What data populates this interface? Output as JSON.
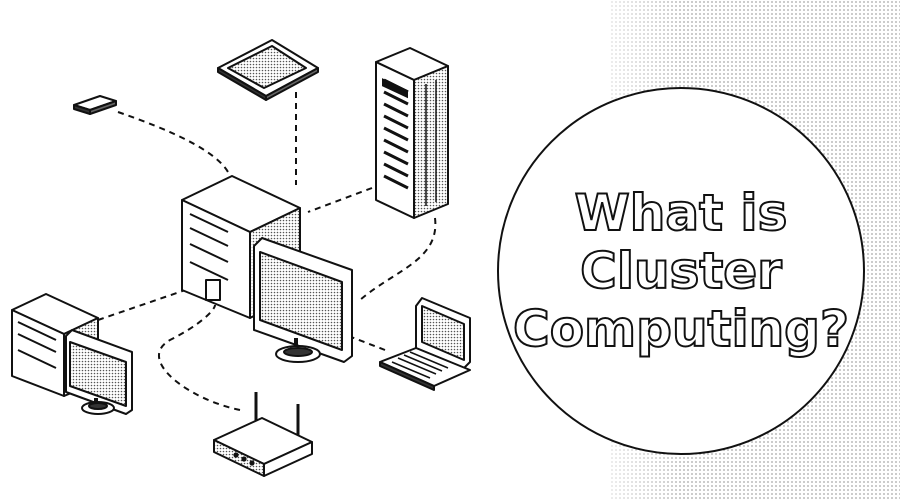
{
  "title": {
    "lines": [
      "What is",
      "Cluster",
      "Computing?"
    ]
  },
  "devices": {
    "top_device": "tablet-icon",
    "small_device": "smartphone-icon",
    "central_unit": "desktop-workstation-icon",
    "rack": "server-rack-icon",
    "left_unit": "desktop-computer-icon",
    "laptop": "laptop-icon",
    "router": "router-icon"
  },
  "colors": {
    "ink": "#111111",
    "paper": "#ffffff",
    "dots": "#8a8a8a"
  }
}
